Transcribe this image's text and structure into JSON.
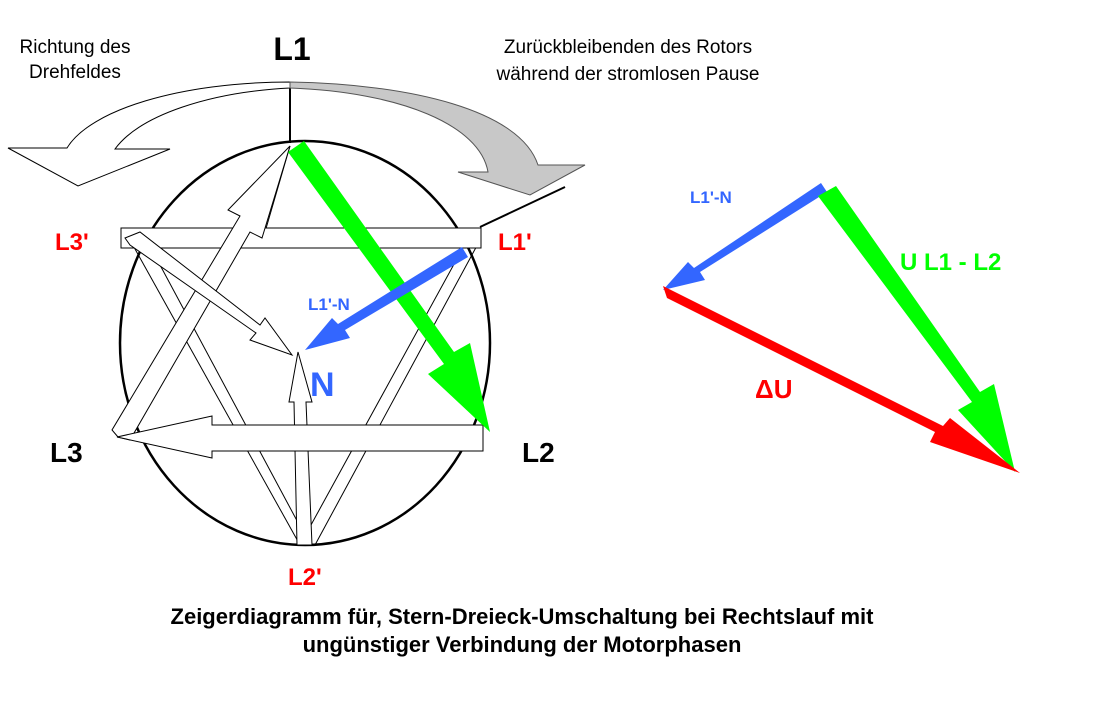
{
  "labels": {
    "l1": "L1",
    "l2": "L2",
    "l3": "L3",
    "l1_prime": "L1'",
    "l2_prime": "L2'",
    "l3_prime": "L3'",
    "n": "N",
    "l1n_left": "L1'-N",
    "l1n_right": "L1'-N",
    "u_l1_l2": "U L1 - L2",
    "delta_u": "ΔU"
  },
  "notes": {
    "rotation_line1": "Richtung des",
    "rotation_line2": "Drehfeldes",
    "lag_line1": "Zurückbleibenden des Rotors",
    "lag_line2": "während der stromlosen Pause"
  },
  "caption": {
    "line1": "Zeigerdiagramm für, Stern-Dreieck-Umschaltung bei Rechtslauf mit",
    "line2": "ungünstiger Verbindung der Motorphasen"
  },
  "colors": {
    "green": "#00ff00",
    "blue": "#3366ff",
    "red": "#ff0000",
    "label_red": "#ff0000"
  }
}
